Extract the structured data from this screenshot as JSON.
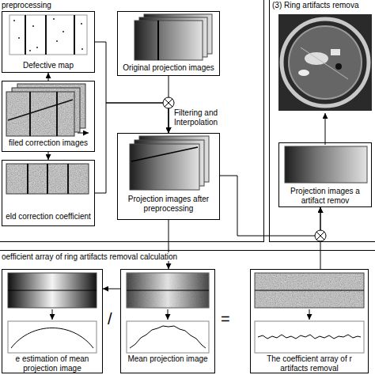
{
  "diagram": {
    "nodes": [
      {
        "text": [
          "preprocessing"
        ]
      },
      {
        "text": [
          "Defective map"
        ],
        "in": 0
      },
      {
        "text": [
          "filed correction images"
        ],
        "in": 0
      },
      {
        "text": [
          "eld correction coefficient"
        ],
        "in": 0
      },
      {
        "text": [
          "Original projection images"
        ],
        "in": 0
      },
      {
        "text": [
          "Projection images after preprocessing"
        ],
        "in": 0
      },
      {
        "text": [
          "(3) Ring artifacts remova"
        ]
      },
      {
        "text": [
          "Projection images a artifact remov"
        ],
        "in": 6
      },
      {
        "text": [
          "oefficient array of ring artifacts removal calculation"
        ]
      },
      {
        "text": [
          "e estimation of mean projection image"
        ],
        "in": 8
      },
      {
        "text": [
          "Mean projection image"
        ],
        "in": 8
      },
      {
        "text": [
          "The coefficient array of r artifacts removal"
        ],
        "in": 8
      }
    ],
    "edges": [
      {
        "from": 2,
        "to": 1,
        "arrow": "to"
      },
      {
        "from": 2,
        "to": 3,
        "arrow": "to"
      },
      {
        "from": 1,
        "to": 5,
        "arrow": "to"
      },
      {
        "from": 3,
        "to": 5,
        "arrow": "to"
      },
      {
        "from": 4,
        "to": 5,
        "arrow": "to",
        "label": "Filtering and Interpolation"
      },
      {
        "from": 5,
        "to": 10,
        "arrow": "to"
      },
      {
        "from": 10,
        "to": 9,
        "arrow": "to"
      },
      {
        "from": 5,
        "to": 7,
        "arrow": "to"
      },
      {
        "from": 11,
        "to": 7,
        "arrow": "to"
      }
    ],
    "labels": [
      "/",
      "="
    ]
  }
}
